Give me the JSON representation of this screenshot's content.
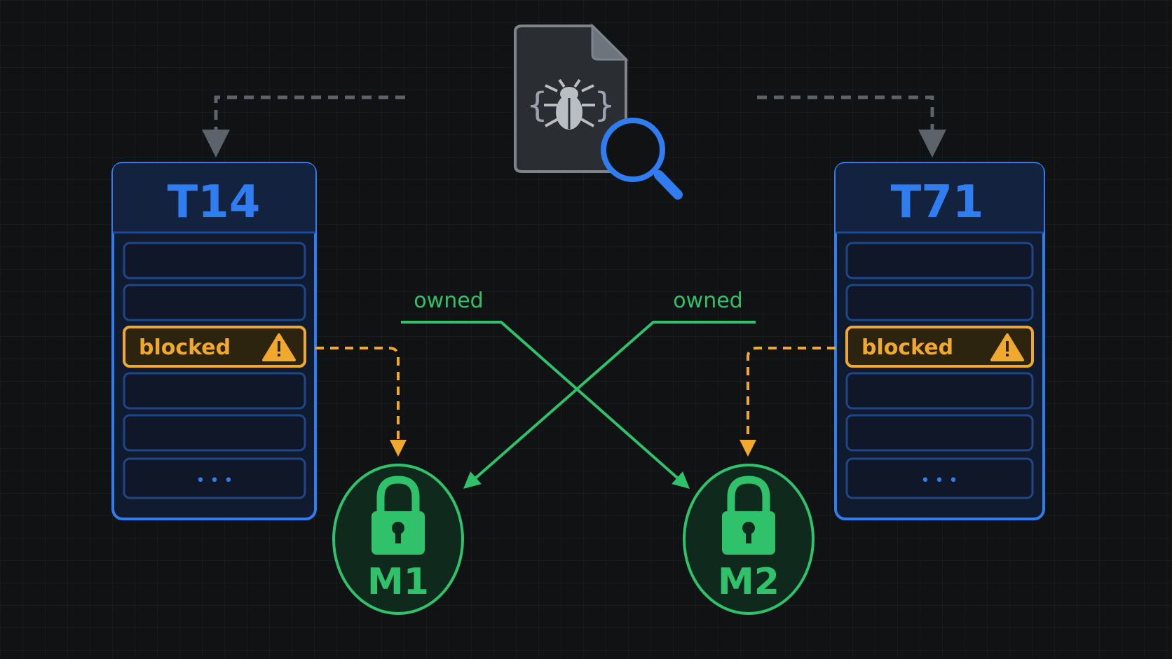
{
  "threads": [
    {
      "label": "T14",
      "status": "blocked",
      "more": "• • •"
    },
    {
      "label": "T71",
      "status": "blocked",
      "more": "• • •"
    }
  ],
  "mutexes": [
    {
      "label": "M1"
    },
    {
      "label": "M2"
    }
  ],
  "edges": {
    "owned_left": "owned",
    "owned_right": "owned"
  },
  "icons": {
    "file": "bug-file-icon",
    "magnifier": "magnifier-icon",
    "warning": "warning-icon",
    "lock": "lock-icon"
  },
  "colors": {
    "thread": "#2f7df0",
    "blocked": "#f0a92c",
    "owned": "#2fc26a",
    "dashed": "#5c636b",
    "background": "#111214"
  }
}
